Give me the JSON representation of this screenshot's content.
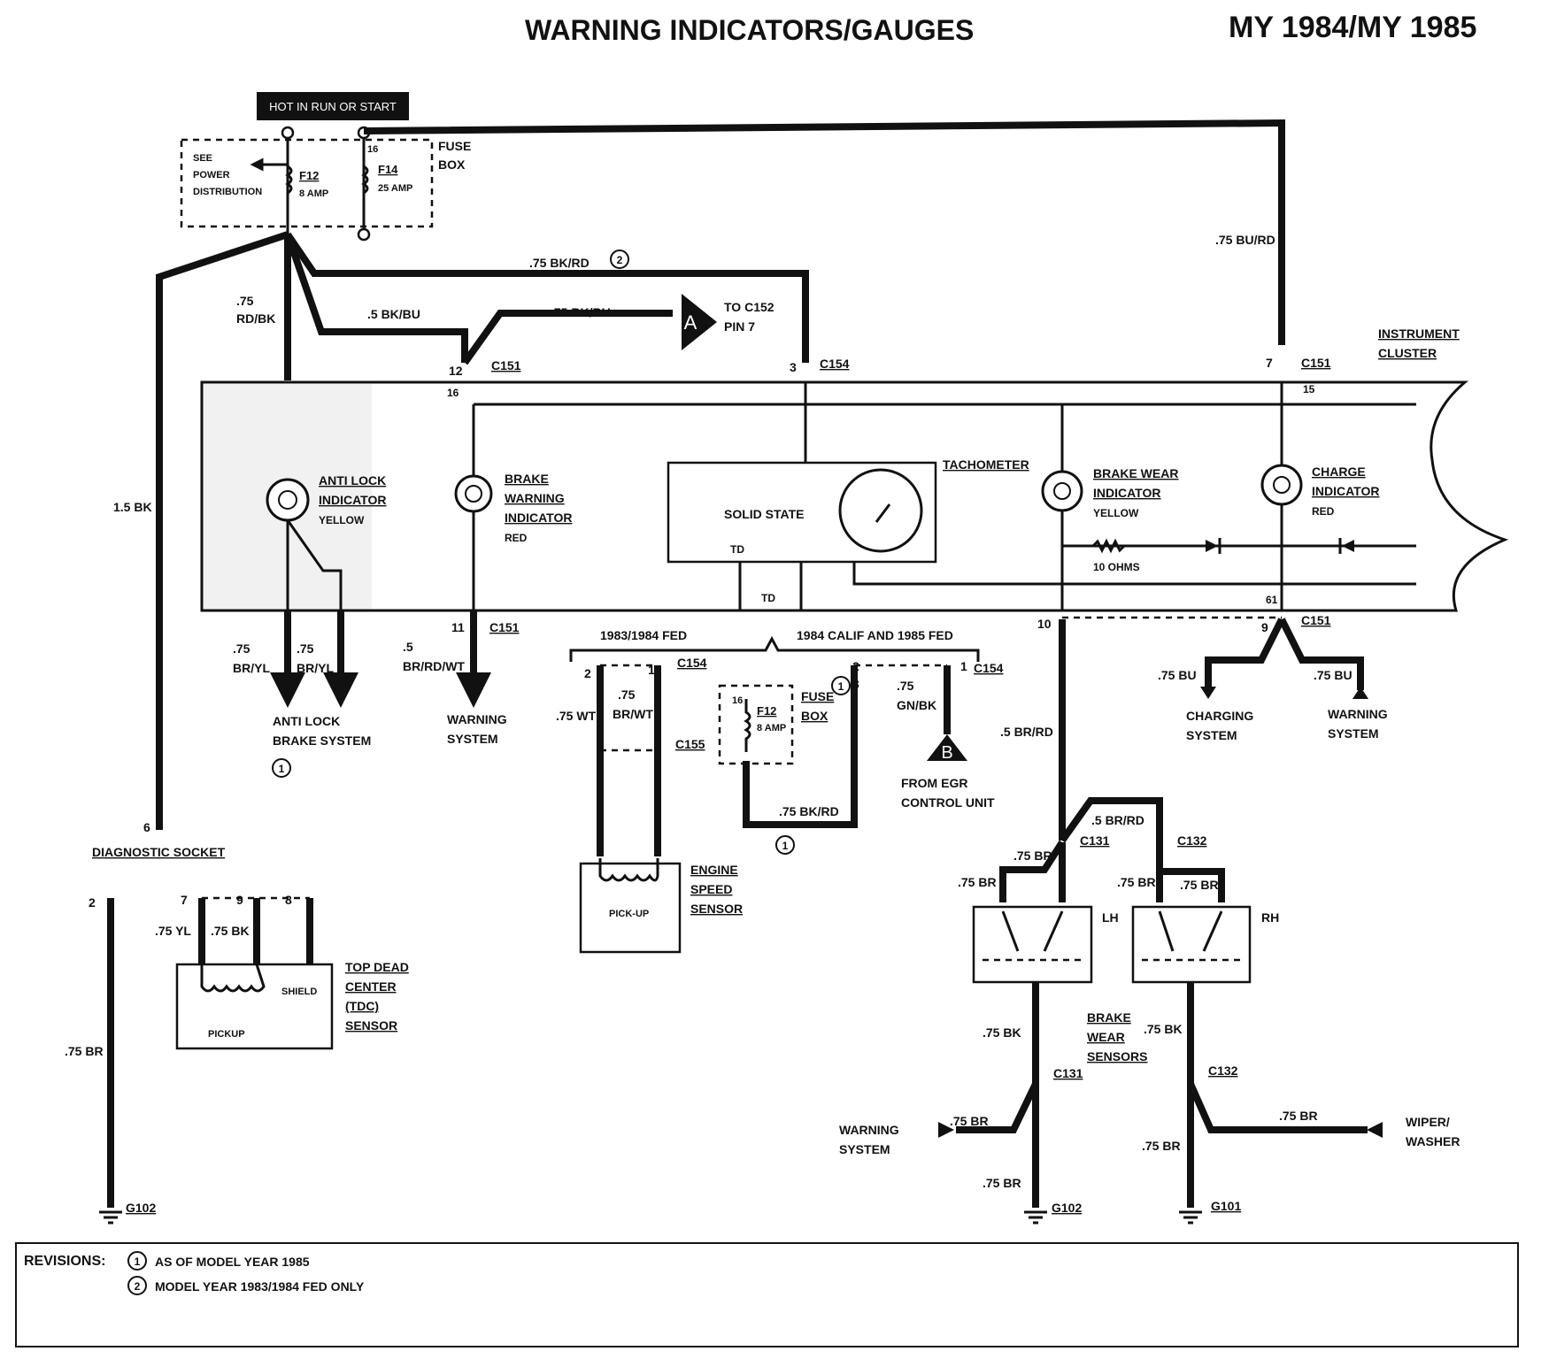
{
  "title": "WARNING INDICATORS/GAUGES",
  "model_year": "MY 1984/MY 1985",
  "hot_label": "HOT IN RUN OR START",
  "fuse_box": {
    "label_1": "FUSE",
    "label_2": "BOX",
    "see_1": "SEE",
    "see_2": "POWER",
    "see_3": "DISTRIBUTION",
    "f12": "F12",
    "f12_rating": "8 AMP",
    "f14": "F14",
    "f14_rating": "25 AMP",
    "pin": "16"
  },
  "instrument_cluster_1": "INSTRUMENT",
  "instrument_cluster_2": "CLUSTER",
  "wires": {
    "w1": ".75 BK/RD",
    "rev2": "2",
    "w2a": ".75",
    "w2b": "RD/BK",
    "w3": ".5 BK/BU",
    "w4": ".75 BK/BU",
    "to_c152_1": "TO C152",
    "to_c152_2": "PIN 7",
    "conn_a": "A",
    "w5": ".75 BU/RD",
    "w6": "1.5 BK",
    "w7a": ".75",
    "w7b": "BR/YL",
    "w8a": ".75",
    "w8b": "BR/YL",
    "w9a": ".5",
    "w9b": "BR/RD/WT",
    "w10": ".5 BR/RD",
    "w11": ".75 BU",
    "w12": ".75 BU"
  },
  "connectors": {
    "c151": "C151",
    "c154": "C154",
    "c155": "C155",
    "c131": "C131",
    "c132": "C132",
    "pin12": "12",
    "pin16": "16",
    "pin3": "3",
    "pin7": "7",
    "pin15": "15",
    "pin11": "11",
    "pin10": "10",
    "pin9": "9",
    "pin61": "61",
    "pin6": "6",
    "pin2": "2",
    "pin1": "1"
  },
  "indicators": {
    "anti_lock_1": "ANTI LOCK",
    "anti_lock_2": "INDICATOR",
    "anti_lock_color": "YELLOW",
    "brake_1": "BRAKE",
    "brake_2": "WARNING",
    "brake_3": "INDICATOR",
    "brake_color": "RED",
    "tach": "TACHOMETER",
    "solid_state": "SOLID STATE",
    "td": "TD",
    "brake_wear_1": "BRAKE WEAR",
    "brake_wear_2": "INDICATOR",
    "brake_wear_color": "YELLOW",
    "charge_1": "CHARGE",
    "charge_2": "INDICATOR",
    "charge_color": "RED",
    "ohms": "10 OHMS"
  },
  "destinations": {
    "abs_1": "ANTI LOCK",
    "abs_2": "BRAKE SYSTEM",
    "warn_1": "WARNING",
    "warn_2": "SYSTEM",
    "charging_1": "CHARGING",
    "charging_2": "SYSTEM",
    "warning3_1": "WARNING",
    "warning3_2": "SYSTEM",
    "egr_1": "FROM EGR",
    "egr_2": "CONTROL UNIT",
    "conn_b": "B",
    "warning4_1": "WARNING",
    "warning4_2": "SYSTEM",
    "wiper_1": "WIPER/",
    "wiper_2": "WASHER"
  },
  "middle": {
    "fed": "1983/1984 FED",
    "calif": "1984 CALIF AND 1985 FED",
    "w_wt": ".75 WT",
    "w_brwt_a": ".75",
    "w_brwt_b": "BR/WT",
    "fuse_1": "FUSE",
    "fuse_2": "BOX",
    "f12": "F12",
    "f12_rating": "8 AMP",
    "pin16": "16",
    "w_gnbk_a": ".75",
    "w_gnbk_b": "GN/BK",
    "w_bkrd": ".75 BK/RD",
    "pickup": "PICK-UP",
    "ess_1": "ENGINE",
    "ess_2": "SPEED",
    "ess_3": "SENSOR",
    "pin3": "3",
    "rev1": "1"
  },
  "diag": {
    "label": "DIAGNOSTIC SOCKET",
    "pin2": "2",
    "pin7": "7",
    "pin9": "9",
    "pin8": "8",
    "w_yl": ".75 YL",
    "w_bk": ".75 BK",
    "w_br": ".75 BR",
    "pickup": "PICKUP",
    "shield": "SHIELD",
    "tdc_1": "TOP DEAD",
    "tdc_2": "CENTER",
    "tdc_3": "(TDC)",
    "tdc_4": "SENSOR",
    "g102": "G102"
  },
  "brake_sensors": {
    "w_brrd": ".5 BR/RD",
    "w_br": ".75 BR",
    "w_bk": ".75 BK",
    "lh": "LH",
    "rh": "RH",
    "label_1": "BRAKE",
    "label_2": "WEAR",
    "label_3": "SENSORS",
    "g102": "G102",
    "g101": "G101"
  },
  "revisions": {
    "heading": "REVISIONS:",
    "n1": "1",
    "item1": "AS OF MODEL YEAR 1985",
    "n2": "2",
    "item2": "MODEL YEAR 1983/1984 FED ONLY"
  }
}
